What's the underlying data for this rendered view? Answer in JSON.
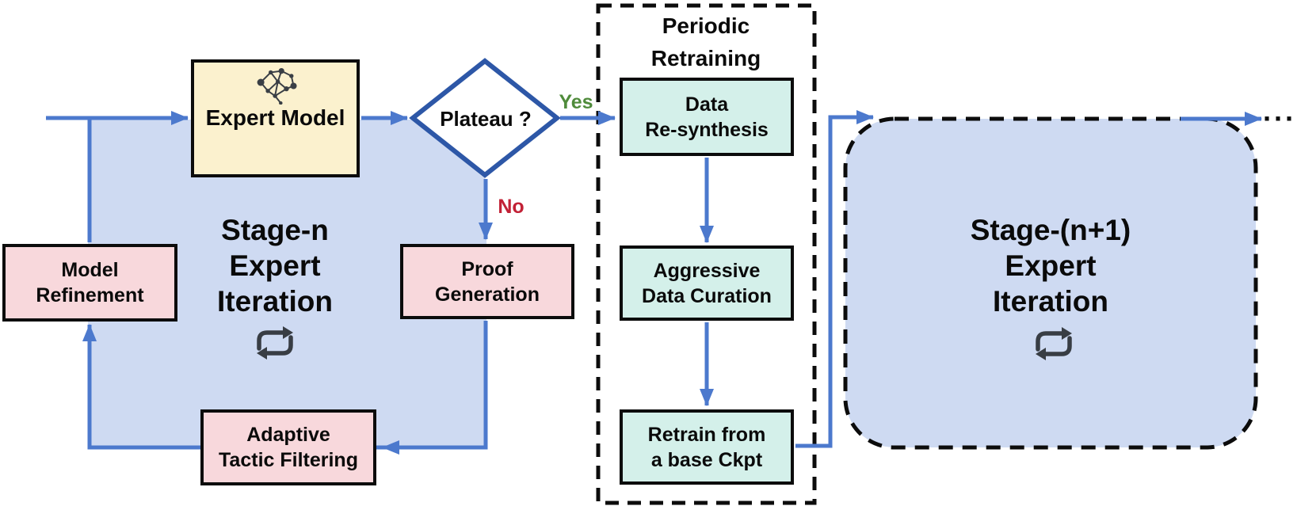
{
  "stage_n": {
    "title": "Stage-n\nExpert\nIteration"
  },
  "stage_next": {
    "title": "Stage-(n+1)\nExpert\nIteration"
  },
  "periodic_retraining": {
    "title": "Periodic\nRetraining"
  },
  "nodes": {
    "expert_model": "Expert Model",
    "model_refinement": "Model\nRefinement",
    "proof_generation": "Proof\nGeneration",
    "adaptive_tactic_filtering": "Adaptive\nTactic Filtering",
    "data_resynthesis": "Data\nRe-synthesis",
    "aggressive_data_curation": "Aggressive\nData Curation",
    "retrain_from_base_ckpt": "Retrain from\na base Ckpt"
  },
  "decision": {
    "question": "Plateau ?",
    "yes_label": "Yes",
    "no_label": "No"
  },
  "continuation_ellipsis": "···",
  "icons": {
    "expert_model_icon": "neural-network-icon",
    "stage_n_icon": "cycle-arrows-icon",
    "stage_next_icon": "cycle-arrows-icon"
  },
  "colors": {
    "stage_fill": "#CEDAF2",
    "expert_model_fill": "#FBF1CE",
    "pink_fill": "#F8D8DC",
    "teal_fill": "#D4F0EA",
    "arrow_blue": "#4C79CD",
    "decision_border_blue": "#2D57A7",
    "yes_green": "#4F8B3B",
    "no_red": "#C22136",
    "border_black": "#0C0C0C"
  }
}
